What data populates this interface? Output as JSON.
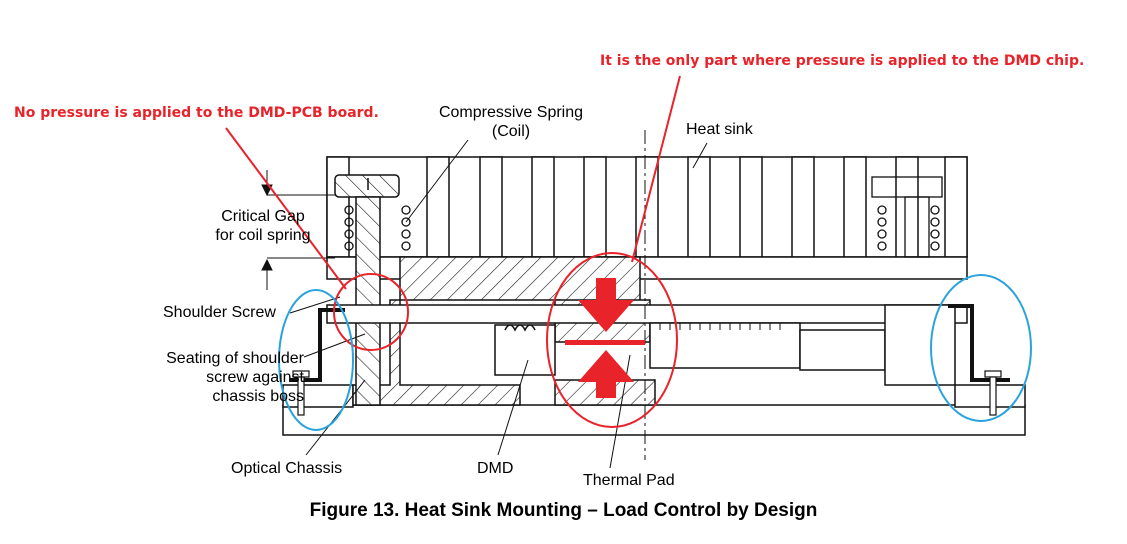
{
  "annotations": {
    "dmd_chip_note": "It is the only part where pressure is applied to the DMD chip.",
    "pcb_note": "No pressure is applied to the DMD-PCB board.",
    "note_color": "#e8232a",
    "circle_blue": "#2aa3dd"
  },
  "labels": {
    "spring_line1": "Compressive Spring",
    "spring_line2": "(Coil)",
    "heat_sink": "Heat sink",
    "gap_line1": "Critical Gap",
    "gap_line2": "for coil spring",
    "shoulder_screw": "Shoulder Screw",
    "seating_line1": "Seating of shoulder",
    "seating_line2": "screw against",
    "seating_line3": "chassis boss",
    "optical_chassis": "Optical Chassis",
    "dmd": "DMD",
    "thermal_pad": "Thermal Pad"
  },
  "caption": "Figure 13. Heat Sink Mounting – Load Control by Design"
}
